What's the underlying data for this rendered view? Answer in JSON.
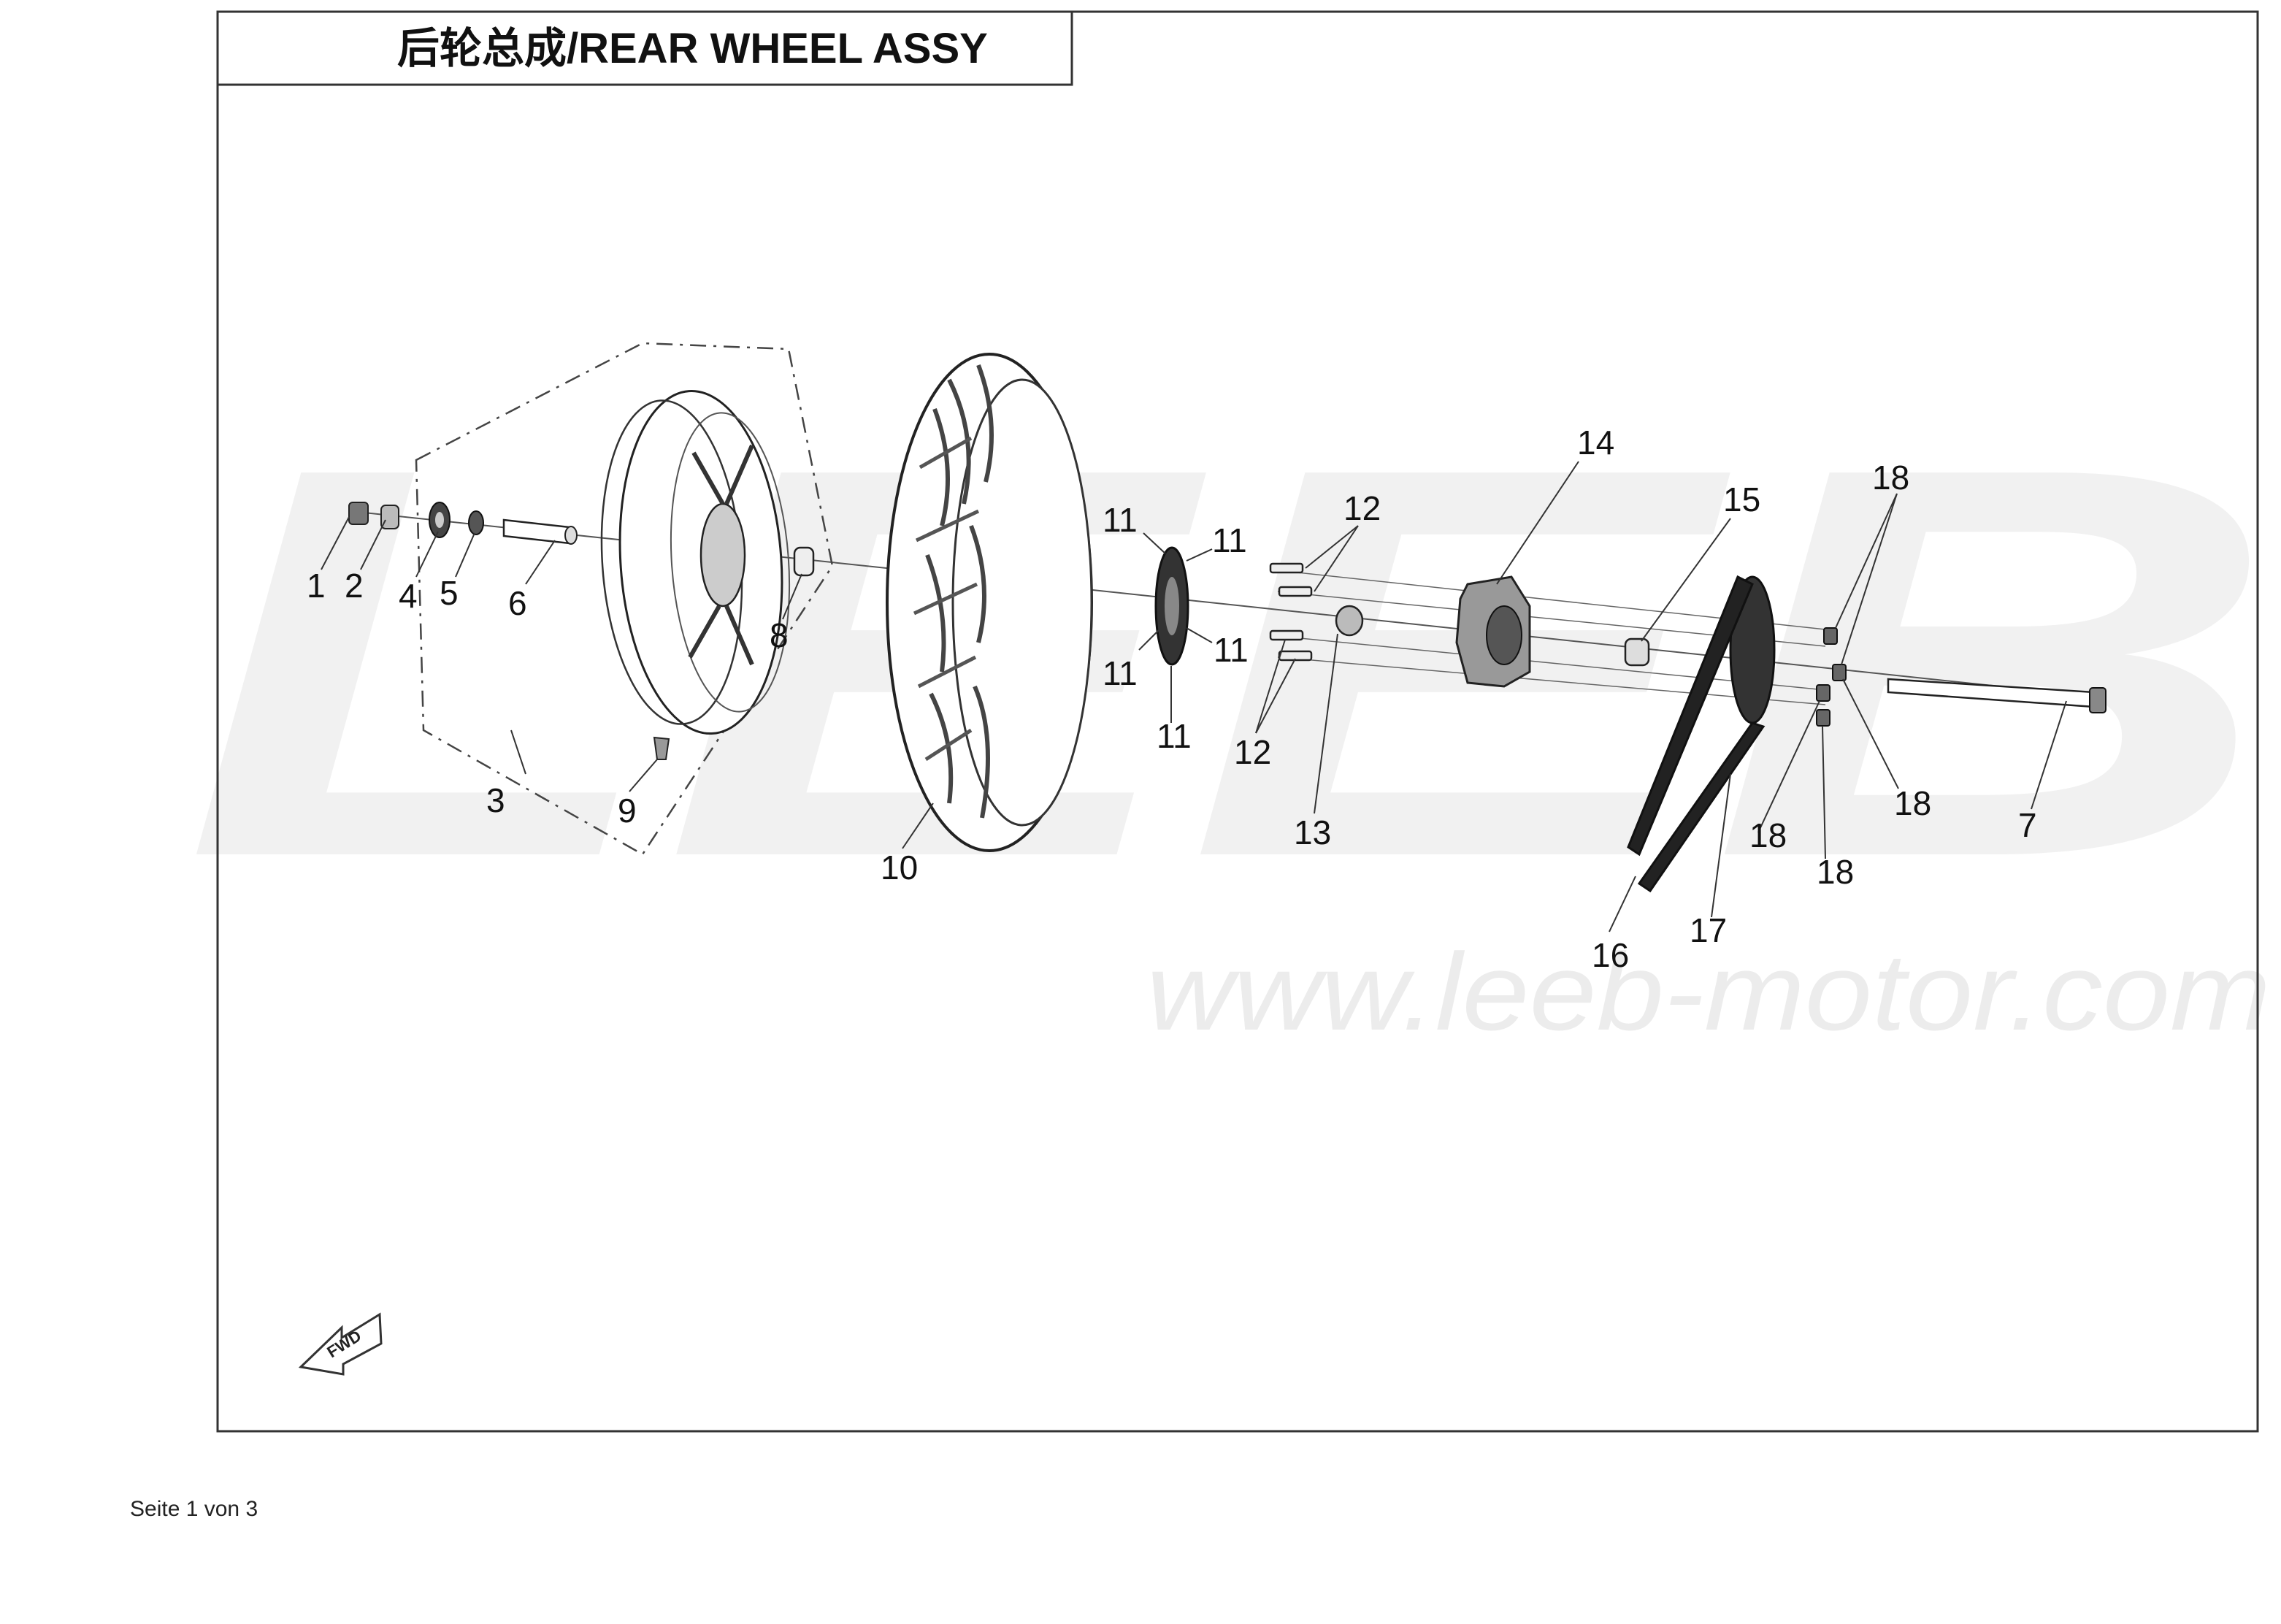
{
  "diagram": {
    "title": "后轮总成/REAR WHEEL ASSY",
    "watermark_text": "LEEB",
    "watermark_url": "www.leeb-motor.com",
    "fwd_label": "FWD",
    "callouts": {
      "c1": "1",
      "c2": "2",
      "c3": "3",
      "c4": "4",
      "c5": "5",
      "c6": "6",
      "c7": "7",
      "c8": "8",
      "c9": "9",
      "c10": "10",
      "c11a": "11",
      "c11b": "11",
      "c11c": "11",
      "c11d": "11",
      "c11e": "11",
      "c12a": "12",
      "c12b": "12",
      "c13": "13",
      "c14": "14",
      "c15": "15",
      "c16": "16",
      "c17": "17",
      "c18a": "18",
      "c18b": "18",
      "c18c": "18",
      "c18d": "18"
    }
  },
  "footer": {
    "page_label": "Seite 1 von 3"
  }
}
